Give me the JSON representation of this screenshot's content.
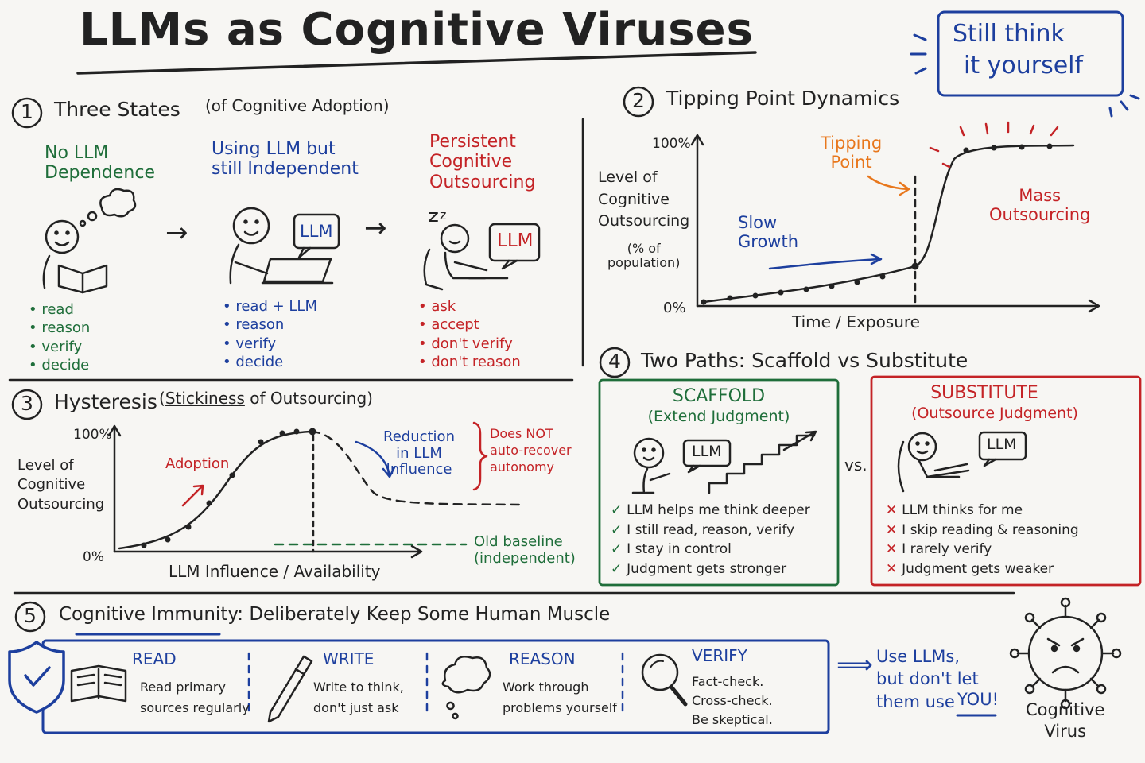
{
  "title": "LLMs as Cognitive Viruses",
  "callout": {
    "line1": "Still think",
    "line2": "it yourself"
  },
  "s1": {
    "heading": "1",
    "title": "Three States",
    "subtitle": "(of Cognitive Adoption)",
    "states": [
      {
        "label": "No LLM\nDependence",
        "items": [
          "read",
          "reason",
          "verify",
          "decide"
        ]
      },
      {
        "label": "Using LLM but\nstill Independent",
        "items": [
          "read + LLM",
          "reason",
          "verify",
          "decide"
        ]
      },
      {
        "label": "Persistent\nCognitive\nOutsourcing",
        "items": [
          "ask",
          "accept",
          "don't verify",
          "don't reason"
        ]
      }
    ],
    "llm_label": "LLM",
    "arrow": "→",
    "sleep_mark": "z"
  },
  "s2": {
    "heading": "2",
    "title": "Tipping Point Dynamics",
    "ylabel": "Level of\nCognitive\nOutsourcing",
    "ylabel_sub": "(% of\npopulation)",
    "y_top": "100%",
    "y_bottom": "0%",
    "xlabel": "Time / Exposure",
    "slow": "Slow\nGrowth",
    "tipping": "Tipping\nPoint",
    "mass": "Mass\nOutsourcing"
  },
  "s3": {
    "heading": "3",
    "title": "Hysteresis",
    "subtitle_open": "(",
    "subtitle_key": "Stickiness",
    "subtitle_rest": "of Outsourcing)",
    "ylabel": "Level of\nCognitive\nOutsourcing",
    "y_top": "100%",
    "y_bottom": "0%",
    "xlabel": "LLM Influence / Availability",
    "adoption": "Adoption",
    "reduction": "Reduction\nin LLM\nInfluence",
    "notrecover": "Does NOT\nauto-recover\nautonomy",
    "baseline": "Old baseline\n(independent)"
  },
  "s4": {
    "heading": "4",
    "title": "Two Paths: Scaffold vs Substitute",
    "vs": "vs.",
    "scaffold": {
      "title": "SCAFFOLD",
      "subtitle": "(Extend Judgment)",
      "items": [
        "LLM helps me think deeper",
        "I still read, reason, verify",
        "I stay in control",
        "Judgment gets stronger"
      ]
    },
    "substitute": {
      "title": "SUBSTITUTE",
      "subtitle": "(Outsource Judgment)",
      "items": [
        "LLM thinks for me",
        "I skip reading & reasoning",
        "I rarely verify",
        "Judgment gets weaker"
      ]
    }
  },
  "s5": {
    "heading": "5",
    "title_key": "Cognitive Immunity",
    "title_rest": ": Deliberately Keep Some Human Muscle",
    "muscles": [
      {
        "name": "READ",
        "desc": "Read primary\nsources regularly"
      },
      {
        "name": "WRITE",
        "desc": "Write to think,\ndon't just ask"
      },
      {
        "name": "REASON",
        "desc": "Work through\nproblems yourself"
      },
      {
        "name": "VERIFY",
        "desc": "Fact-check.\nCross-check.\nBe skeptical."
      }
    ],
    "advice": "Use LLMs,\nbut don't let\nthem use",
    "advice_you": "YOU!",
    "arrow": "⟹",
    "virus": "Cognitive\nVirus"
  },
  "colors": {
    "green": "#1f6e3a",
    "blue": "#1d3f9e",
    "red": "#c42326",
    "orange": "#e8771c",
    "ink": "#222222"
  }
}
